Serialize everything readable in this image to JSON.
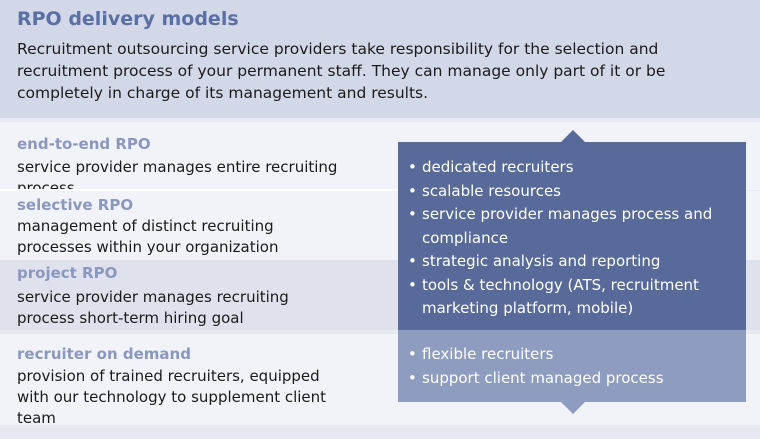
{
  "header": {
    "title": "RPO delivery models",
    "intro": "Recruitment outsourcing service providers take responsibility for the selection and recruitment process of your permanent staff. They can manage only part of it or be completely in charge of its management and results."
  },
  "models": [
    {
      "title": "end-to-end RPO",
      "description": "service provider manages entire recruiting process"
    },
    {
      "title": "selective RPO",
      "description": "management of distinct recruiting processes within your organization"
    },
    {
      "title": "project RPO",
      "description": "service provider manages recruiting process short-term hiring goal"
    },
    {
      "title": "recruiter on demand",
      "description": "provision of trained recruiters, equipped with our technology to supplement client team"
    }
  ],
  "panels": {
    "rpo_features": [
      "dedicated recruiters",
      "scalable resources",
      "service provider manages process and compliance",
      "strategic analysis and reporting",
      "tools & technology (ATS, recruitment marketing platform, mobile)"
    ],
    "on_demand_features": [
      "flexible recruiters",
      "support client managed process"
    ]
  },
  "colors": {
    "header_bg": "#d3d8e8",
    "title": "#5a6fa3",
    "row_title": "#8a98c0",
    "panel_dark": "#576a99",
    "panel_light": "#8e9cc0"
  }
}
